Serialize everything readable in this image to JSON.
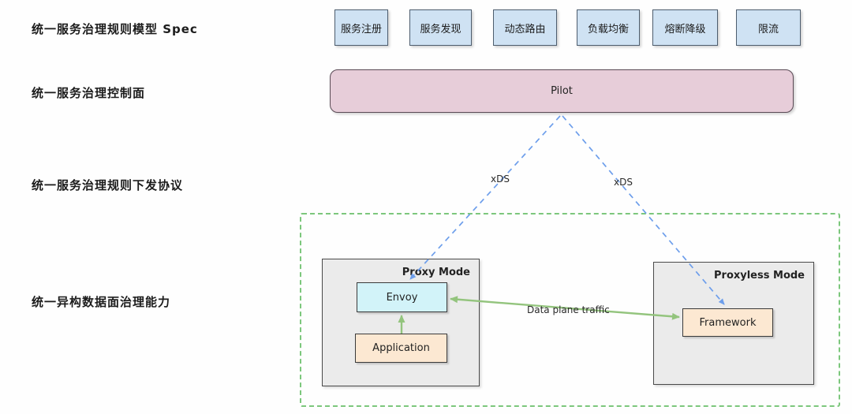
{
  "row_labels": {
    "spec": "统一服务治理规则模型 Spec",
    "control_plane": "统一服务治理控制面",
    "protocol": "统一服务治理规则下发协议",
    "data_plane": "统一异构数据面治理能力"
  },
  "capabilities": [
    {
      "label": "服务注册"
    },
    {
      "label": "服务发现"
    },
    {
      "label": "动态路由"
    },
    {
      "label": "负载均衡"
    },
    {
      "label": "熔断降级"
    },
    {
      "label": "限流"
    }
  ],
  "pilot": {
    "label": "Pilot"
  },
  "edges": {
    "xds_left": "xDS",
    "xds_right": "xDS",
    "data_plane_traffic": "Data plane traffic"
  },
  "proxy_mode": {
    "title": "Proxy Mode",
    "envoy": "Envoy",
    "application": "Application"
  },
  "proxyless_mode": {
    "title": "Proxyless Mode",
    "framework": "Framework"
  },
  "colors": {
    "capability_fill": "#cfe2f3",
    "pilot_fill": "#e7cdd9",
    "mode_fill": "#ebebeb",
    "envoy_fill": "#d2f3f9",
    "peach_fill": "#fce8d2",
    "mesh_border": "#7cc77c",
    "xds_arrow": "#6d9eeb",
    "green_arrow": "#93c47d"
  }
}
